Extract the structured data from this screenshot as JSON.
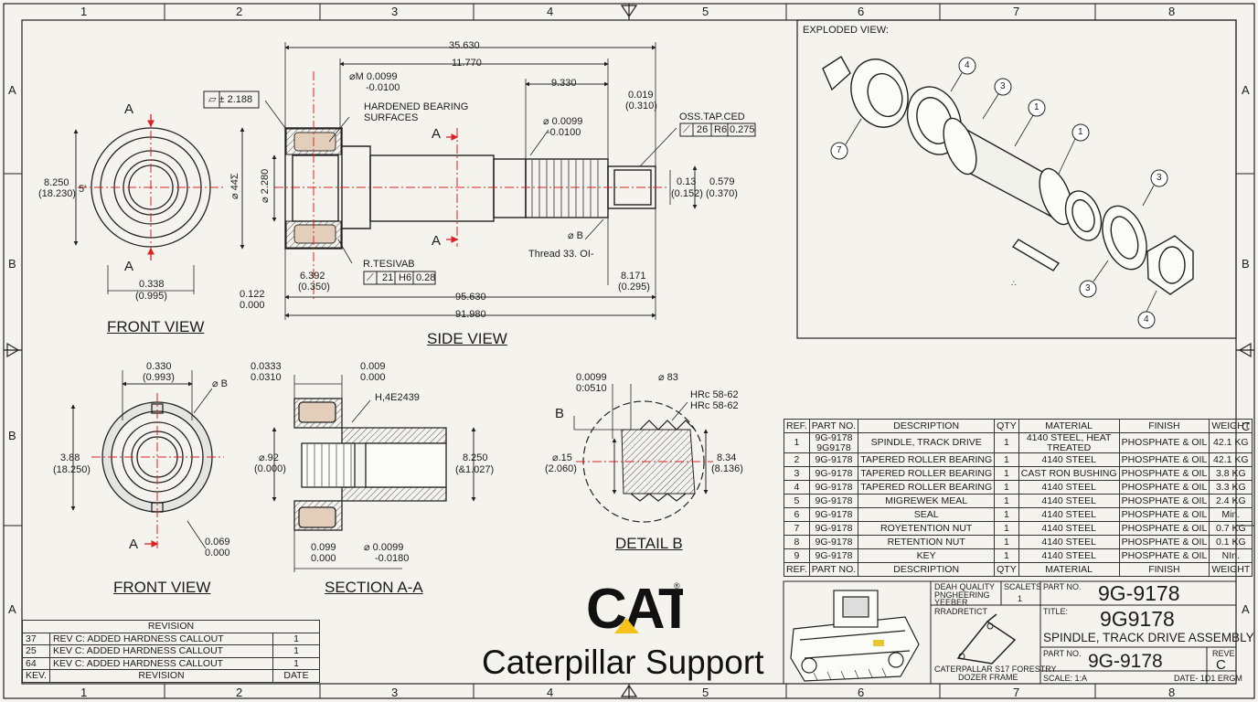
{
  "zones": {
    "cols": [
      "1",
      "2",
      "3",
      "4",
      "5",
      "6",
      "7",
      "8"
    ],
    "rows_left": [
      "A",
      "B",
      "B",
      "A"
    ],
    "rows_right": [
      "A",
      "B",
      "C",
      "A"
    ]
  },
  "front_view_1": {
    "title": "FRONT VIEW",
    "section_a_top": "A",
    "section_a_bottom": "A",
    "dia_label": "8.250\n(18.230)",
    "dia_left": "8.250",
    "dia_left_2": "(18.230)",
    "dia_mark": "5'",
    "bottom_dim": "0.338",
    "bottom_dim_2": "(0.995)"
  },
  "side_view": {
    "title": "SIDE VIEW",
    "overall_top": "35.630",
    "dim_11770": "11.770",
    "dim_9330": "9.330",
    "dim_0019": "0.019",
    "dim_0310": "(0.310)",
    "tol_dia": "⌀M  0.0099",
    "tol_dia_2": "-0.0100",
    "hardened": "HARDENED BEARING",
    "hardened_2": "SURFACES",
    "flat_tol": "⏥  ± 2.188",
    "dia_0099": "⌀ 0.0099",
    "dia_0099_2": "-0.0100",
    "section_top": "A",
    "section_bottom": "A",
    "dia_44": "⌀ 44Σ",
    "dia_2280": "⌀ 2.280",
    "dim_013": "0.13",
    "dim_0152": "(0.152)",
    "dim_0579": "0.579",
    "dim_0370": "(0.370)",
    "fcf_title": "OSS.TAP.CED",
    "fcf_1": "⟋",
    "fcf_2": "26",
    "fcf_3": "R6",
    "fcf_4": "0.275",
    "dia_b": "⌀ B",
    "thread": "Thread 33. OI-",
    "restival": "R.TESIVAB",
    "fcf_b1": "⟋",
    "fcf_b2": "21",
    "fcf_b3": "H6",
    "fcf_b4": "0.28",
    "dim_6392": "6.392",
    "dim_0350": "(0.350)",
    "dim_0122": "0.122",
    "dim_0000": "0.000",
    "dim_95630": "95.630",
    "dim_91980": "91.980",
    "dim_8171": "8.171",
    "dim_0295": "(0.295)"
  },
  "exploded": {
    "title": "EXPLODED VIEW:",
    "balloons": [
      "7",
      "4",
      "3",
      "1",
      "1",
      "3",
      "3",
      "4"
    ],
    "dots": "∴"
  },
  "front_view_2": {
    "title": "FRONT VIEW",
    "dim_top": "0.330",
    "dim_top_2": "(0.993)",
    "dia_b": "⌀ B",
    "dim_left": "3.88",
    "dim_left_2": "(18.250)",
    "section_a": "A",
    "dim_bot": "0.069",
    "dim_bot_2": "0.000"
  },
  "section_aa": {
    "title": "SECTION A-A",
    "dim_a": "0.0333",
    "dim_a_2": "0.0310",
    "dim_b": "0.009",
    "dim_b_2": "0.000",
    "note": "H,4E2439",
    "dia_left": "⌀.92",
    "dia_left_2": "(0.000)",
    "dim_right": "8.250",
    "dim_right_2": "(&1.027)",
    "dim_bot1": "0.099",
    "dim_bot1_2": "0.000",
    "dim_bot2": "⌀  0.0099",
    "dim_bot2_2": "-0.0180"
  },
  "detail_b": {
    "title": "DETAIL B",
    "label_b": "B",
    "dim_top": "0.0099",
    "dim_top_2": "0:0510",
    "dim_dia": "⌀ 83",
    "hrc_1": "HRc 58-62",
    "hrc_2": "HRc 58-62",
    "dim_left": "⌀.15",
    "dim_left_2": "(2.060)",
    "dim_right": "8.34",
    "dim_right_2": "(8.136)"
  },
  "bom": {
    "headers": [
      "REF.",
      "PART NO.",
      "DESCRIPTION",
      "QTY",
      "MATERIAL",
      "FINISH",
      "WEIGHT"
    ],
    "rows": [
      [
        "1",
        "9G-9178\n9G9178",
        "SPINDLE, TRACK DRIVE",
        "1",
        "4140 STEEL, HEAT\nTREATED",
        "PHOSPHATE & OIL",
        "42.1 KG"
      ],
      [
        "2",
        "9G-9178",
        "TAPERED ROLLER BEARING",
        "1",
        "4140 STEEL",
        "PHOSPHATE & OIL",
        "42.1 KG"
      ],
      [
        "3",
        "9G-9178",
        "TAPERED ROLLER BEARING",
        "1",
        "CAST RON BUSHING",
        "PHOSPHATE & OIL",
        "3.8 KG"
      ],
      [
        "4",
        "9G-9178",
        "TAPERED ROLLER BEARING",
        "1",
        "4140 STEEL",
        "PHOSPHATE & OIL",
        "3.3 KG"
      ],
      [
        "5",
        "9G-9178",
        "MIGREWEK MEAL",
        "1",
        "4140 STEEL",
        "PHOSPHATE & OIL",
        "2.4 KG"
      ],
      [
        "6",
        "9G-9178",
        "SEAL",
        "1",
        "4140 STEEL",
        "PHOSPHATE & OIL",
        "Min."
      ],
      [
        "7",
        "9G-9178",
        "ROYETENTION NUT",
        "1",
        "4140 STEEL",
        "PHOSPHATE & OIL",
        "0.7 KG"
      ],
      [
        "8",
        "9G-9178",
        "RETENTION NUT",
        "1",
        "4140 STEEL",
        "PHOSPHATE & OIL",
        "0.1 KG"
      ],
      [
        "9",
        "9G-9178",
        "KEY",
        "1",
        "4140 STEEL",
        "PHOSPHATE & OIL",
        "NIn."
      ]
    ],
    "footer": [
      "REF.",
      "PART NO.",
      "DESCRIPTION",
      "QTY",
      "MATERIAL",
      "FINISH",
      "WEIGHT"
    ]
  },
  "title_block": {
    "quality_1": "DEAH QUALITY",
    "quality_2": "PNGHEERING",
    "quality_3": "YEEBER",
    "scalets": "SCALETS",
    "scalets_val": "1",
    "part_no_label": "PART NO.",
    "part_no": "9G-9178",
    "rradretict": "RRADRETICT",
    "title_label": "TITLE:",
    "title_code": "9G9178",
    "title_name": "SPINDLE, TRACK DRIVE ASSEMBLY",
    "part_no_label_2": "PART NO.",
    "part_no_2": "9G-9178",
    "rev_label": "REVE",
    "rev": "C",
    "frame_1": "CATERPALLAR S17 FORESTRY",
    "frame_2": "DOZER FRAME",
    "scale": "SCALE: 1:A",
    "date": "DATE- 1D1 ERGM"
  },
  "revision": {
    "header": "REVISION",
    "rows": [
      [
        "37",
        "REV C: ADDED HARDNESS CALLOUT",
        "1"
      ],
      [
        "25",
        "KEV C: ADDED HARDNESS CALLOUT",
        "1"
      ],
      [
        "64",
        "KEV C: ADDED HARDNESS CALLOUT",
        "1"
      ]
    ],
    "footer": [
      "KEV.",
      "REVISION",
      "DATE"
    ]
  },
  "brand": {
    "logo": "CAT",
    "registered": "®",
    "support": "Caterpillar Support",
    "logo_color": "#111111",
    "accent": "#f6c21a"
  }
}
